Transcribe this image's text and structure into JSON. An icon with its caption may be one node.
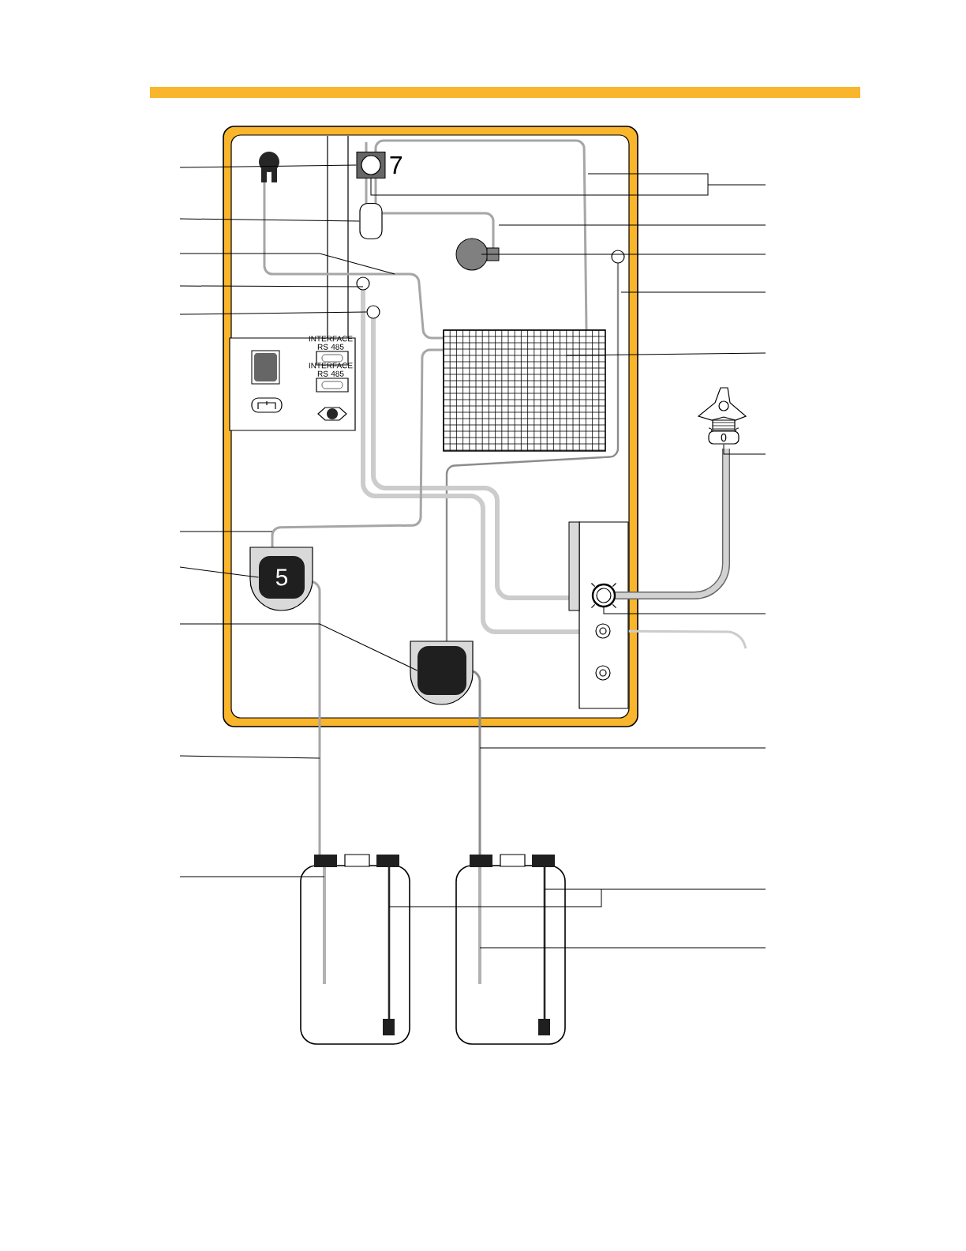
{
  "diagram": {
    "nodes": [
      {
        "text": [
          "7"
        ]
      },
      {
        "text": [
          "INTERFACE RS 485"
        ]
      },
      {
        "text": [
          "INTERFACE RS 485"
        ]
      },
      {
        "text": [
          "5"
        ]
      },
      {
        "text": [
          "0"
        ]
      },
      {
        "text": [],
        "shape": "circle"
      },
      {
        "text": [],
        "shape": "box"
      },
      {
        "text": [],
        "shape": "box"
      },
      {
        "text": [],
        "shape": "circle"
      }
    ],
    "edges": [
      {
        "from": null,
        "to": 0,
        "arrow": "none"
      },
      {
        "from": null,
        "to": 3,
        "arrow": "none"
      },
      {
        "from": null,
        "to": 4,
        "arrow": "none"
      },
      {
        "from": null,
        "to": 5,
        "arrow": "none"
      },
      {
        "from": null,
        "to": 6,
        "arrow": "none"
      },
      {
        "from": null,
        "to": 7,
        "arrow": "none"
      },
      {
        "from": null,
        "to": 8,
        "arrow": "none"
      },
      {
        "from": null,
        "to": 0,
        "arrow": "none"
      }
    ]
  }
}
